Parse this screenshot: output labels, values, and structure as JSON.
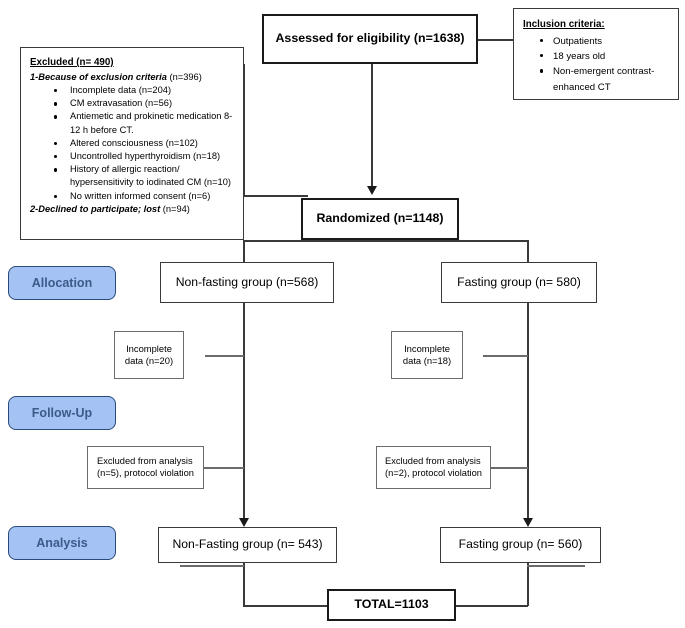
{
  "figure": {
    "type": "consort-flow-diagram",
    "title": "Participant flow diagram"
  },
  "stages": [
    {
      "label": "Allocation"
    },
    {
      "label": "Follow-Up"
    },
    {
      "label": "Analysis"
    }
  ],
  "nodes": {
    "assessed": "Assessed for eligibility (n=1638)",
    "randomized": "Randomized (n=1148)",
    "nonfasting_alloc": "Non-fasting group (n=568)",
    "fasting_alloc": "Fasting group (n= 580)",
    "incomplete_left": [
      "Incomplete",
      "data (n=20)"
    ],
    "incomplete_right": [
      "Incomplete",
      "data (n=18)"
    ],
    "excluded_left": [
      "Excluded  from  analysis",
      "(n=5), protocol violation"
    ],
    "excluded_right": [
      "Excluded  from  analysis",
      "(n=2), protocol violation"
    ],
    "nonfasting_final": "Non-Fasting group (n= 543)",
    "fasting_final": "Fasting group (n= 560)",
    "total": "TOTAL=1103"
  },
  "inclusion": {
    "title": "Inclusion criteria:",
    "items": [
      "Outpatients",
      "18 years old",
      "Non-emergent contrast-enhanced CT"
    ]
  },
  "exclusion": {
    "title": "Excluded (n= 490)",
    "subtitle_italic": "1-Because of exclusion criteria",
    "subtitle_plain": " (n=396)",
    "items": [
      "Incomplete data (n=204)",
      "CM extravasation (n=56)",
      "Antiemetic and prokinetic medication 8-12 h before CT.",
      "Altered consciousness (n=102)",
      "Uncontrolled hyperthyroidism (n=18)",
      "History of allergic reaction/ hypersensitivity to iodinated CM (n=10)",
      "No written informed consent (n=6)"
    ],
    "footer_italic": "2-Declined to participate; lost",
    "footer_plain": " (n=94)"
  },
  "colors": {
    "stage_fill": "#a4c2f4",
    "stage_border": "#2a4a7a",
    "stage_text": "#3c5a8a",
    "box_border": "#3a3a3a",
    "line": "#3a3a3a",
    "text": "#000000"
  },
  "chart_data": {
    "type": "flow",
    "title": "CONSORT participant flow",
    "counts": {
      "assessed_for_eligibility": 1638,
      "excluded_total": 490,
      "excluded_by_criteria": 396,
      "excluded_declined_or_lost": 94,
      "randomized": 1148,
      "non_fasting_allocated": 568,
      "fasting_allocated": 580,
      "non_fasting_incomplete_data": 20,
      "fasting_incomplete_data": 18,
      "non_fasting_protocol_violation": 5,
      "fasting_protocol_violation": 2,
      "non_fasting_analyzed": 543,
      "fasting_analyzed": 560,
      "total_analyzed": 1103
    },
    "exclusion_reasons": [
      {
        "reason": "Incomplete data",
        "n": 204
      },
      {
        "reason": "CM extravasation",
        "n": 56
      },
      {
        "reason": "Antiemetic and prokinetic medication 8-12 h before CT.",
        "n": null
      },
      {
        "reason": "Altered consciousness",
        "n": 102
      },
      {
        "reason": "Uncontrolled hyperthyroidism",
        "n": 18
      },
      {
        "reason": "History of allergic reaction/ hypersensitivity to iodinated CM",
        "n": 10
      },
      {
        "reason": "No written informed consent",
        "n": 6
      }
    ]
  }
}
